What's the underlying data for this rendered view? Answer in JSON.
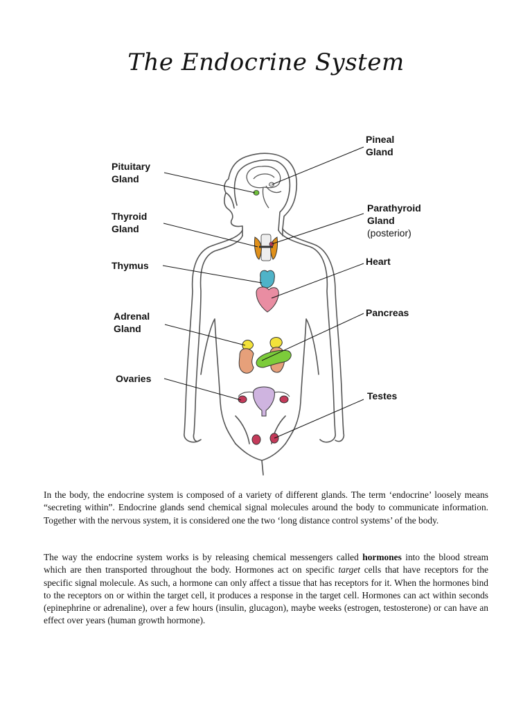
{
  "title": "The Endocrine System",
  "labels": {
    "pituitary": [
      "Pituitary",
      "Gland"
    ],
    "thyroid": [
      "Thyroid",
      "Gland"
    ],
    "thymus": "Thymus",
    "adrenal": [
      "Adrenal",
      "Gland"
    ],
    "ovaries": "Ovaries",
    "pineal": [
      "Pineal",
      "Gland"
    ],
    "parathyroid": [
      "Parathyroid",
      "Gland",
      "(posterior)"
    ],
    "heart": "Heart",
    "pancreas": "Pancreas",
    "testes": "Testes"
  },
  "colors": {
    "outline": "#555555",
    "pituitary": "#6fbf3a",
    "thyroid": "#e0901a",
    "thymus": "#4fb3c8",
    "heart": "#e98da2",
    "adrenal": "#f3e23a",
    "kidney": "#e6a07a",
    "pancreas": "#7ccc3a",
    "uterus": "#cfb4e0",
    "ovaries": "#c43a5a",
    "testes": "#c43a5a"
  },
  "paragraph1": "In the body, the endocrine system is composed of a variety of different glands. The term ‘endocrine’ loosely means “secreting within”. Endocrine glands send chemical signal molecules around the body to communicate information. Together with the nervous system, it is considered one the two ‘long distance control systems’ of the body.",
  "paragraph2": {
    "before": "The way the endocrine system works is by releasing chemical messengers called ",
    "bold": "hormones",
    "middle": " into the blood stream which are then transported throughout the body.  Hormones act on specific ",
    "italic": "target",
    "after": " cells that have receptors for the specific signal molecule. As such, a hormone can only affect a tissue that has receptors for it. When the hormones bind to the receptors on or within the target cell, it produces a response in the target cell. Hormones can act within seconds (epinephrine or adrenaline), over a few hours (insulin, glucagon), maybe weeks (estrogen, testosterone) or can have an effect over years (human growth hormone)."
  }
}
